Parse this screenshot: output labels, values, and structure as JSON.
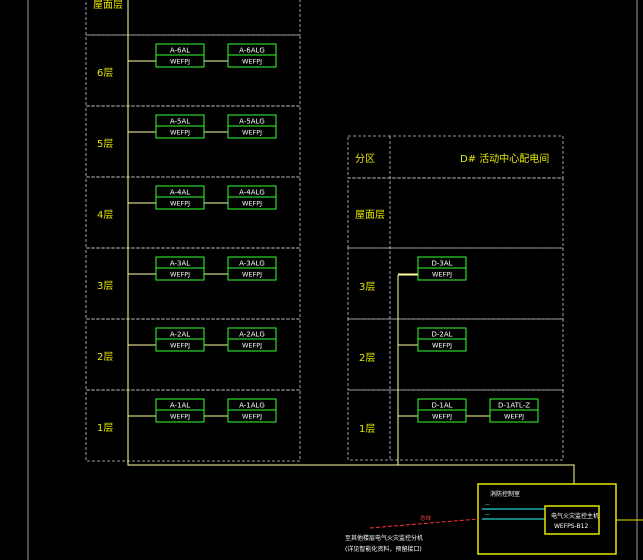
{
  "building_a": {
    "roof_label": "屋面层",
    "floors": [
      {
        "label": "6层",
        "boxes": [
          {
            "name": "A-6AL",
            "type": "WEFPJ"
          },
          {
            "name": "A-6ALG",
            "type": "WEFPJ"
          }
        ]
      },
      {
        "label": "5层",
        "boxes": [
          {
            "name": "A-5AL",
            "type": "WEFPJ"
          },
          {
            "name": "A-5ALG",
            "type": "WEFPJ"
          }
        ]
      },
      {
        "label": "4层",
        "boxes": [
          {
            "name": "A-4AL",
            "type": "WEFPJ"
          },
          {
            "name": "A-4ALG",
            "type": "WEFPJ"
          }
        ]
      },
      {
        "label": "3层",
        "boxes": [
          {
            "name": "A-3AL",
            "type": "WEFPJ"
          },
          {
            "name": "A-3ALG",
            "type": "WEFPJ"
          }
        ]
      },
      {
        "label": "2层",
        "boxes": [
          {
            "name": "A-2AL",
            "type": "WEFPJ"
          },
          {
            "name": "A-2ALG",
            "type": "WEFPJ"
          }
        ]
      },
      {
        "label": "1层",
        "boxes": [
          {
            "name": "A-1AL",
            "type": "WEFPJ"
          },
          {
            "name": "A-1ALG",
            "type": "WEFPJ"
          }
        ]
      }
    ]
  },
  "building_d": {
    "header_left": "分区",
    "header_right": "D# 活动中心配电间",
    "roof_label": "屋面层",
    "floors": [
      {
        "label": "3层",
        "boxes": [
          {
            "name": "D-3AL",
            "type": "WEFPJ"
          }
        ]
      },
      {
        "label": "2层",
        "boxes": [
          {
            "name": "D-2AL",
            "type": "WEFPJ"
          }
        ]
      },
      {
        "label": "1层",
        "boxes": [
          {
            "name": "D-1AL",
            "type": "WEFPJ"
          },
          {
            "name": "D-1ATL-Z",
            "type": "WEFPJ"
          }
        ]
      }
    ]
  },
  "control_room": {
    "title": "消防控制室",
    "monitor_title": "电气火灾监控主机",
    "monitor_model": "WEFPS-B12",
    "line_label_1": "—",
    "line_label_2": "—"
  },
  "bus_label": "总线",
  "note_line1": "至其他楼层电气火灾监控分机",
  "note_line2": "(详见智能化资料，预留接口)",
  "colors": {
    "frame": "#c8c8c8",
    "line": "#ffffa0",
    "box": "#33ff33",
    "label": "#e6e600",
    "red": "#ff3030",
    "cyan": "#33ffff"
  }
}
